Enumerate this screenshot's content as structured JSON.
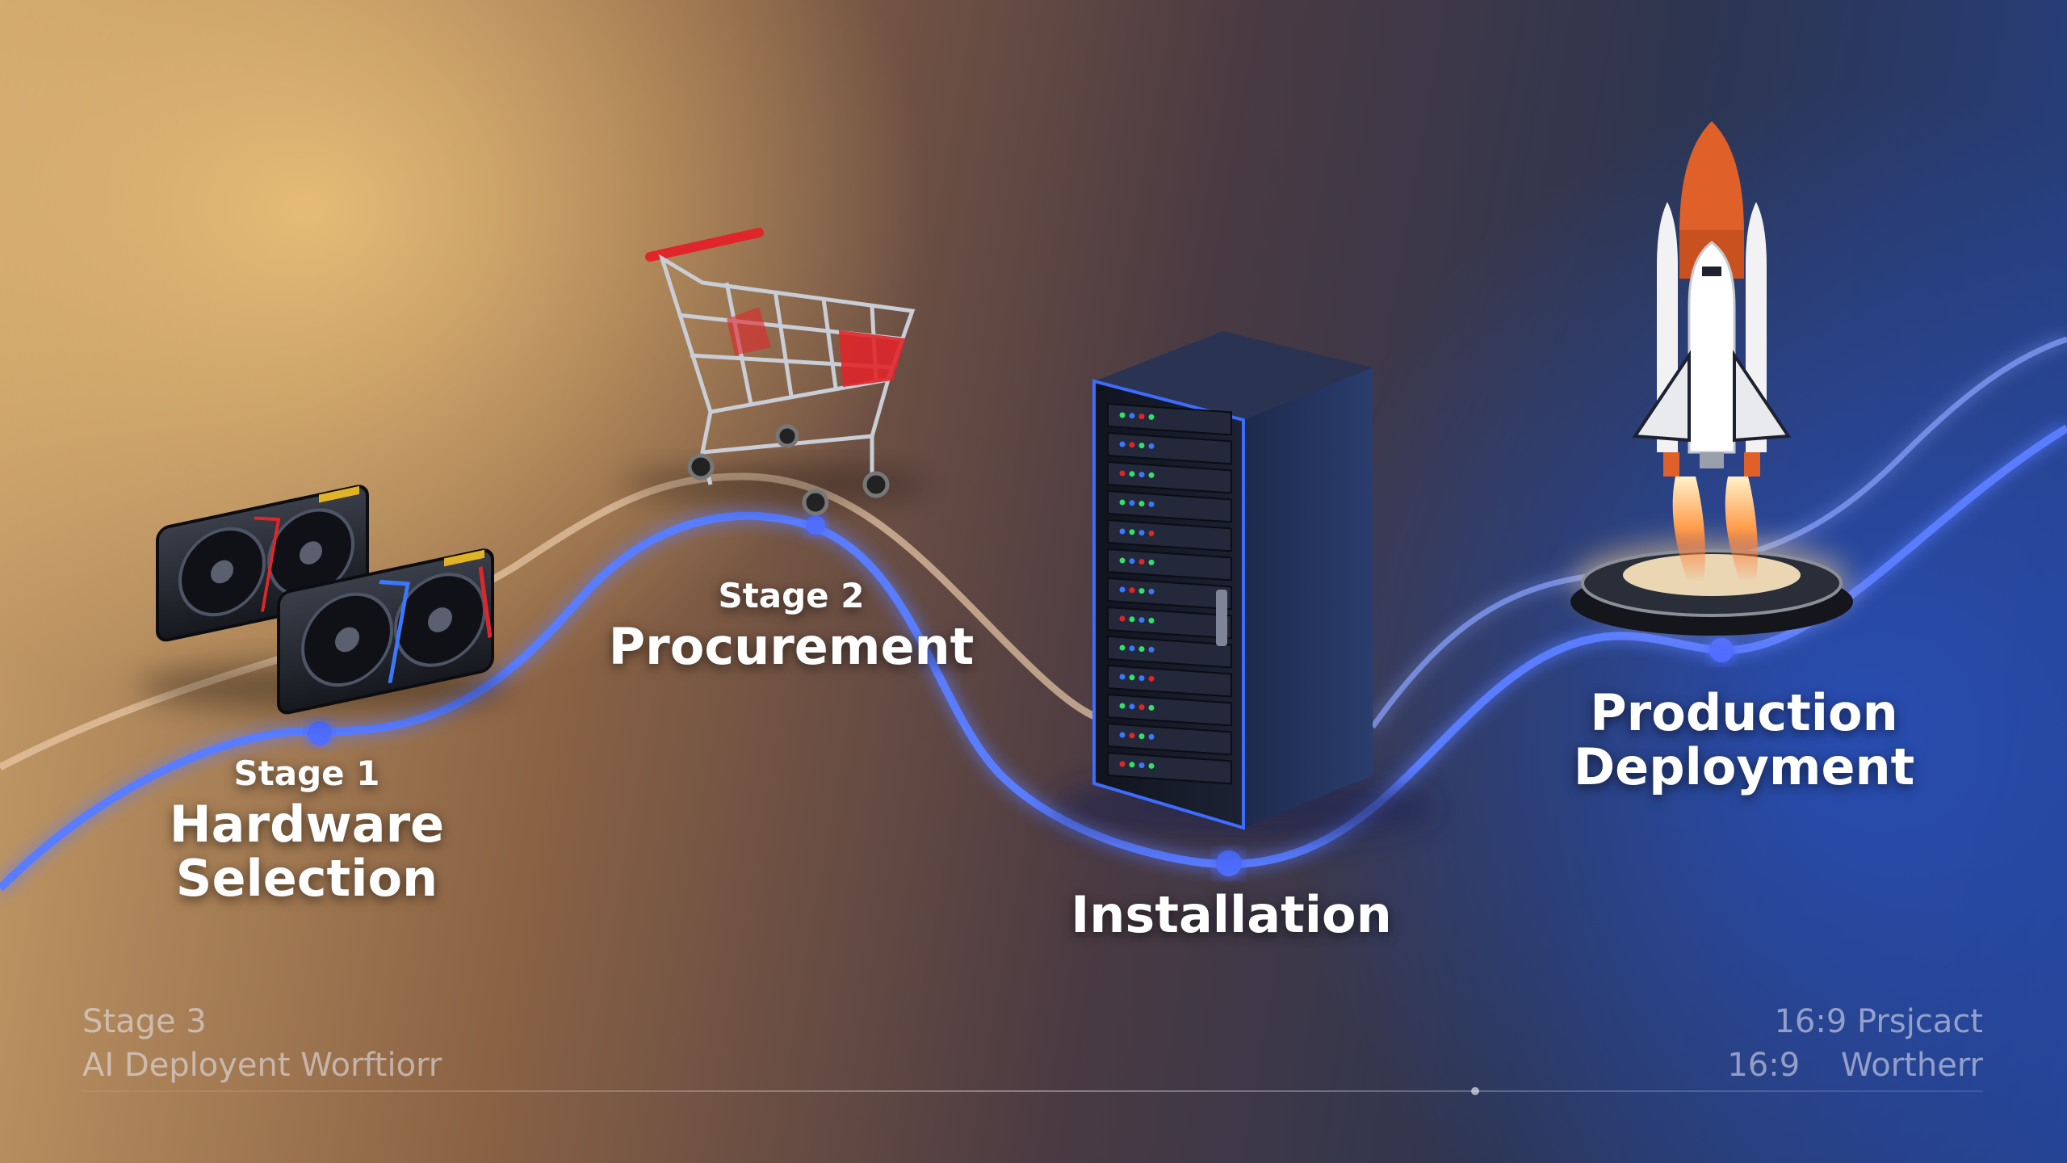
{
  "stages": [
    {
      "small": "Stage 1",
      "big_line1": "Hardware",
      "big_line2": "Selection",
      "icon": "gpu-cards-icon"
    },
    {
      "small": "Stage 2",
      "big_line1": "Procurement",
      "icon": "shopping-cart-icon"
    },
    {
      "big_line1": "Installation",
      "icon": "server-rack-icon"
    },
    {
      "big_line1": "Production",
      "big_line2": "Deployment",
      "icon": "rocket-launch-icon"
    }
  ],
  "footer": {
    "left_line1": "Stage 3",
    "left_line2": "AI Deployent Worftiorr",
    "right_line1": "16:9 Prsjcact",
    "right_line2": "16:9    Wortherr"
  },
  "colors": {
    "path_glow": "#5a7bff",
    "path_warm": "#e9c9a8",
    "node": "#4f6dff",
    "cart_red": "#e0262b",
    "rocket_orange": "#e0602a"
  }
}
